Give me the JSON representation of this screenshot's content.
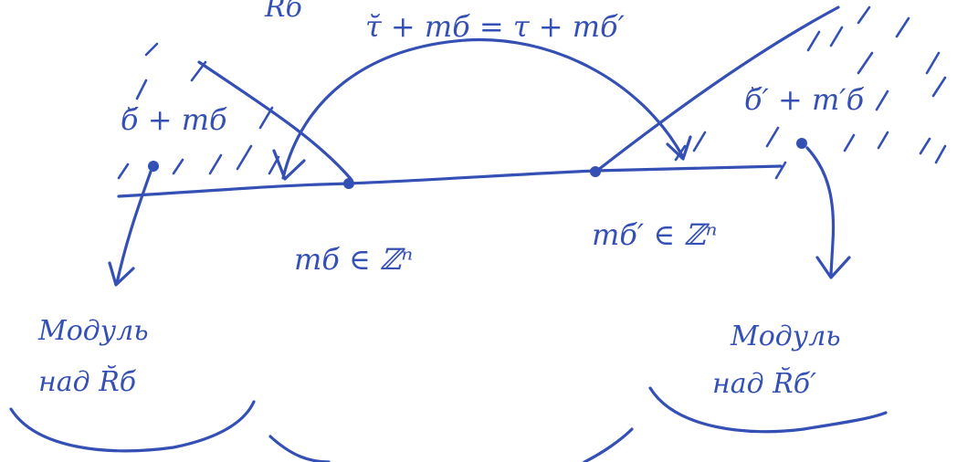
{
  "colors": {
    "ink": "#3550b4"
  },
  "labels": {
    "top_edge": "R̆б",
    "equation": "τ̆ + mб = τ + mб′",
    "left_point": "б̆ + mб",
    "right_point": "б̆′ + m′б",
    "left_lattice": "mб ∈ ℤⁿ",
    "right_lattice": "mб′ ∈ ℤⁿ",
    "left_module_line1": "Модуль",
    "left_module_line2": "над R̆б",
    "right_module_line1": "Модуль",
    "right_module_line2": "над R̆б′"
  }
}
